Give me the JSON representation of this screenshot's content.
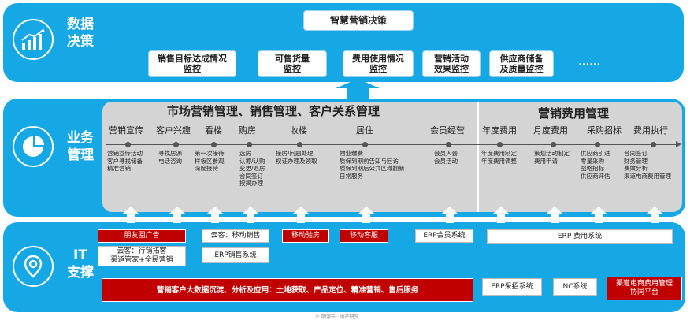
{
  "layers": {
    "decision": {
      "label": "数据决策",
      "line1": "数据",
      "line2": "决策"
    },
    "business": {
      "label": "业务管理",
      "line1": "业务",
      "line2": "管理"
    },
    "it": {
      "label": "IT支撑",
      "line1": "IT",
      "line2": "支撑"
    }
  },
  "decision": {
    "top_box": "智慧营销决策",
    "boxes": [
      {
        "l1": "销售目标达成情况",
        "l2": "监控"
      },
      {
        "l1": "可售货量",
        "l2": "监控"
      },
      {
        "l1": "费用使用情况",
        "l2": "监控"
      },
      {
        "l1": "营销活动",
        "l2": "效果监控"
      },
      {
        "l1": "供应商储备",
        "l2": "及质量监控"
      }
    ],
    "more": "……"
  },
  "business": {
    "section1_title": "市场营销管理、销售管理、客户关系管理",
    "section2_title": "营销费用管理",
    "stages": [
      {
        "name": "营销宣传",
        "details": [
          "营销宣传活动",
          "客户寻找储备",
          "精准营销"
        ]
      },
      {
        "name": "客户兴趣",
        "details": [
          "寻找房源",
          "电话咨询"
        ]
      },
      {
        "name": "看楼",
        "details": [
          "第一次接待",
          "样板区参观",
          "深度接待"
        ]
      },
      {
        "name": "购房",
        "details": [
          "选房",
          "认筹/认购",
          "变更/退房",
          "合同签订",
          "按揭办理"
        ]
      },
      {
        "name": "收楼",
        "details": [
          "接房/问题处理",
          "权证办理及领取"
        ]
      },
      {
        "name": "居住",
        "details": [
          "物业缴费",
          "质保到期前告知与回访",
          "质保到期后公共区域翻新",
          "日常服务"
        ]
      },
      {
        "name": "会员经营",
        "details": [
          "会员入会",
          "会员活动"
        ]
      },
      {
        "name": "年度费用",
        "details": [
          "年度费用制定",
          "年度费用调整"
        ]
      },
      {
        "name": "月度费用",
        "details": [
          "策划活动制定",
          "费用申请"
        ]
      },
      {
        "name": "采购招标",
        "details": [
          "供应商引进",
          "零星采购",
          "战略招标",
          "供应商评估"
        ]
      },
      {
        "name": "费用执行",
        "details": [
          "合同签订",
          "财务管理",
          "费效分析",
          "渠道电商费用管理"
        ]
      }
    ]
  },
  "it": {
    "red_boxes": {
      "friends": "朋友圈广告",
      "mobile_check": "移动验房",
      "mobile_service": "移动客服",
      "bigdata": "营销客户大数据沉淀、分析及应用：土地获取、产品定位、精准营销、售后服务",
      "channel": [
        "渠道电商费用管理",
        "协同平台"
      ]
    },
    "white_boxes": {
      "yunke_sales": "云客：移动销售",
      "yunke_marketing": [
        "云客：行销拓客",
        "渠道管家+全民营销"
      ],
      "erp_sales": "ERP销售系统",
      "erp_member": "ERP会员系统",
      "erp_cost": "ERP 费用系统",
      "erp_purchase": "ERP采招系统",
      "nc": "NC系统"
    }
  },
  "footer": "© 明源云 · 地产研究",
  "colors": {
    "band_blue": "#15a8e4",
    "panel_grey": "#d4d4d4",
    "red": "#c00000"
  }
}
